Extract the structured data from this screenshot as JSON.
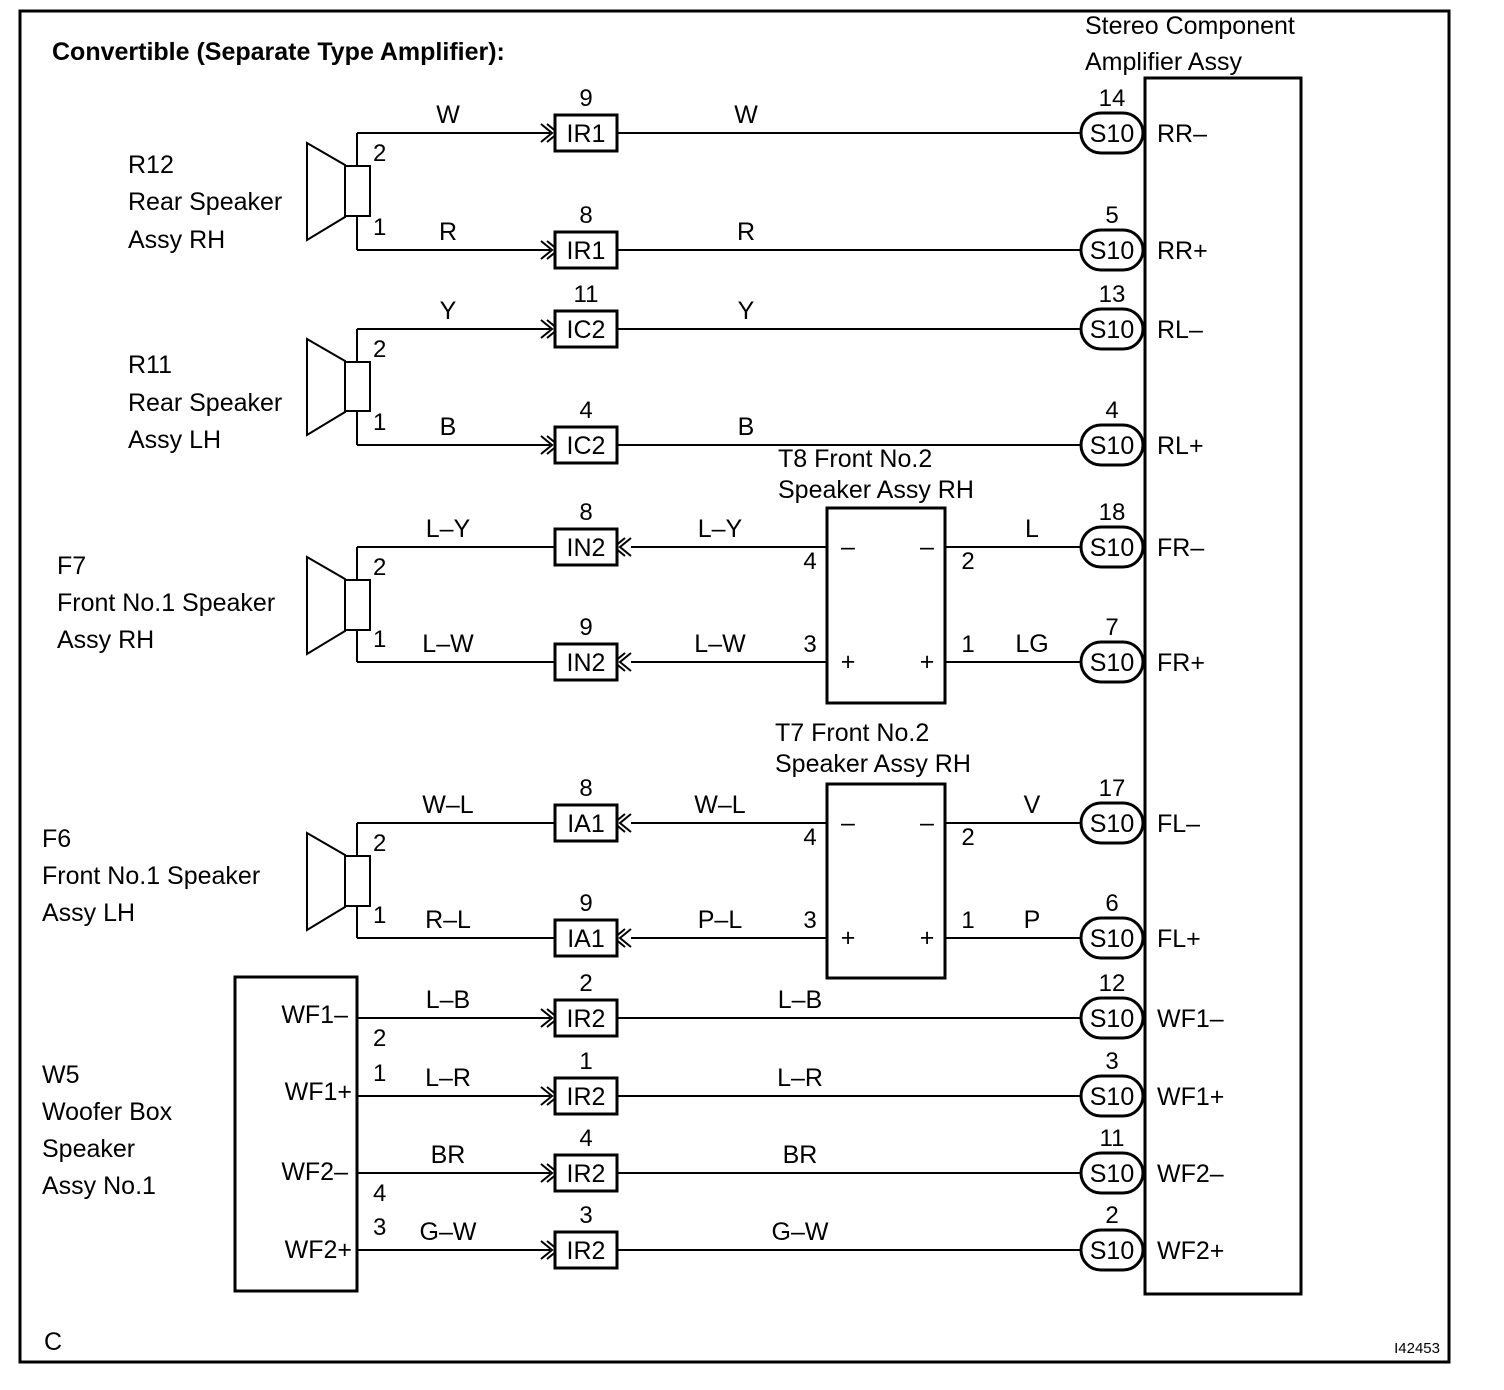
{
  "title": "Convertible (Separate Type Amplifier):",
  "corner_label": "C",
  "figure_id": "I42453",
  "amplifier": {
    "name_line1": "Stereo Component",
    "name_line2": "Amplifier Assy",
    "connector": "S10"
  },
  "components": {
    "r12": {
      "code": "R12",
      "line1": "Rear Speaker",
      "line2": "Assy RH"
    },
    "r11": {
      "code": "R11",
      "line1": "Rear Speaker",
      "line2": "Assy LH"
    },
    "f7": {
      "code": "F7",
      "line1": "Front No.1 Speaker",
      "line2": "Assy RH"
    },
    "f6": {
      "code": "F6",
      "line1": "Front No.1 Speaker",
      "line2": "Assy LH"
    },
    "w5": {
      "code": "W5",
      "line1": "Woofer Box",
      "line2": "Speaker",
      "line3": "Assy No.1",
      "terminals": [
        "WF1–",
        "WF1+",
        "WF2–",
        "WF2+"
      ]
    },
    "t8": {
      "line1": "T8 Front No.2",
      "line2": "Speaker Assy RH"
    },
    "t7": {
      "line1": "T7 Front No.2",
      "line2": "Speaker Assy RH"
    }
  },
  "circuits": [
    {
      "speaker_pin": "2",
      "left_color": "W",
      "connector": "IR1",
      "connector_pin": "9",
      "right_color": "W",
      "amp_pin": "14",
      "terminal": "RR–"
    },
    {
      "speaker_pin": "1",
      "left_color": "R",
      "connector": "IR1",
      "connector_pin": "8",
      "right_color": "R",
      "amp_pin": "5",
      "terminal": "RR+"
    },
    {
      "speaker_pin": "2",
      "left_color": "Y",
      "connector": "IC2",
      "connector_pin": "11",
      "right_color": "Y",
      "amp_pin": "13",
      "terminal": "RL–"
    },
    {
      "speaker_pin": "1",
      "left_color": "B",
      "connector": "IC2",
      "connector_pin": "4",
      "right_color": "B",
      "amp_pin": "4",
      "terminal": "RL+"
    },
    {
      "speaker_pin": "2",
      "left_color": "L–Y",
      "connector": "IN2",
      "connector_pin": "8",
      "mid_color": "L–Y",
      "tw_in_pin": "4",
      "tw_in_sign": "–",
      "tw_out_sign": "–",
      "tw_out_pin": "2",
      "right_color": "L",
      "amp_pin": "18",
      "terminal": "FR–"
    },
    {
      "speaker_pin": "1",
      "left_color": "L–W",
      "connector": "IN2",
      "connector_pin": "9",
      "mid_color": "L–W",
      "tw_in_pin": "3",
      "tw_in_sign": "+",
      "tw_out_sign": "+",
      "tw_out_pin": "1",
      "right_color": "LG",
      "amp_pin": "7",
      "terminal": "FR+"
    },
    {
      "speaker_pin": "2",
      "left_color": "W–L",
      "connector": "IA1",
      "connector_pin": "8",
      "mid_color": "W–L",
      "tw_in_pin": "4",
      "tw_in_sign": "–",
      "tw_out_sign": "–",
      "tw_out_pin": "2",
      "right_color": "V",
      "amp_pin": "17",
      "terminal": "FL–"
    },
    {
      "speaker_pin": "1",
      "left_color": "R–L",
      "connector": "IA1",
      "connector_pin": "9",
      "mid_color": "P–L",
      "tw_in_pin": "3",
      "tw_in_sign": "+",
      "tw_out_sign": "+",
      "tw_out_pin": "1",
      "right_color": "P",
      "amp_pin": "6",
      "terminal": "FL+"
    },
    {
      "speaker_pin": "2",
      "left_color": "L–B",
      "connector": "IR2",
      "connector_pin": "2",
      "right_color": "L–B",
      "amp_pin": "12",
      "terminal": "WF1–"
    },
    {
      "speaker_pin": "1",
      "left_color": "L–R",
      "connector": "IR2",
      "connector_pin": "1",
      "right_color": "L–R",
      "amp_pin": "3",
      "terminal": "WF1+"
    },
    {
      "speaker_pin": "4",
      "left_color": "BR",
      "connector": "IR2",
      "connector_pin": "4",
      "right_color": "BR",
      "amp_pin": "11",
      "terminal": "WF2–"
    },
    {
      "speaker_pin": "3",
      "left_color": "G–W",
      "connector": "IR2",
      "connector_pin": "3",
      "right_color": "G–W",
      "amp_pin": "2",
      "terminal": "WF2+"
    }
  ]
}
